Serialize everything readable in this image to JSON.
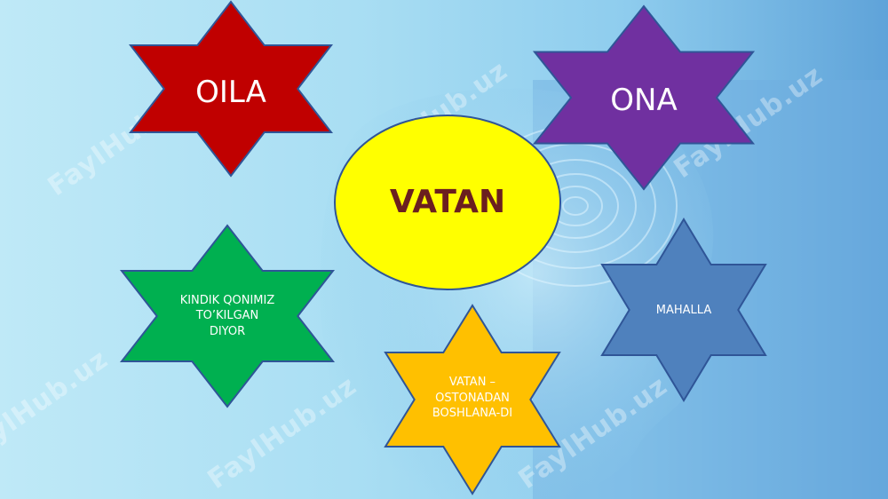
{
  "colors": {
    "red": "#c00000",
    "purple": "#7030a0",
    "green": "#00b050",
    "blue": "#4f81bd",
    "orange": "#ffc000",
    "yellow": "#ffff00",
    "center_text": "#6b1f1f",
    "outline": "#2f5597"
  },
  "watermark": "FaylHub.uz",
  "center": {
    "label": "VATAN"
  },
  "stars": {
    "oila": {
      "label": "OILA",
      "icon": "six-point-star"
    },
    "ona": {
      "label": "ONA",
      "icon": "six-point-star"
    },
    "kindik": {
      "line1": "KINDIK QONIMIZ",
      "line2": "TO’KILGAN",
      "line3": "DIYOR",
      "icon": "six-point-star"
    },
    "mahalla": {
      "label": "MAHALLA",
      "icon": "six-point-star"
    },
    "vatan_ostona": {
      "line1": "VATAN –",
      "line2": "OSTONADAN",
      "line3": "BOSHLANA-DI",
      "icon": "six-point-star"
    }
  }
}
